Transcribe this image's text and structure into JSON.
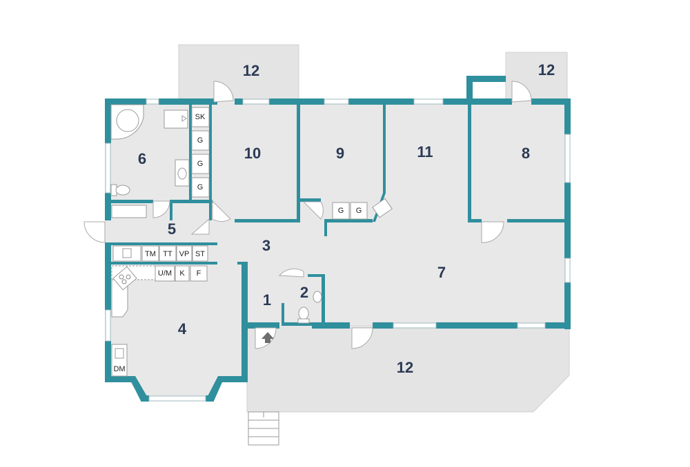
{
  "colors": {
    "wall": "#2f8f9d",
    "floor": "#e8e8e8",
    "room_label": "#2b3a55"
  },
  "rooms": {
    "r1": "1",
    "r2": "2",
    "r3": "3",
    "r4": "4",
    "r5": "5",
    "r6": "6",
    "r7": "7",
    "r8": "8",
    "r9": "9",
    "r10": "10",
    "r11": "11",
    "r12_top": "12",
    "r12_top_right": "12",
    "r12_bottom": "12"
  },
  "fixtures": {
    "sk": "SK",
    "g1": "G",
    "g2": "G",
    "g3": "G",
    "g9a": "G",
    "g9b": "G",
    "tm": "TM",
    "tt": "TT",
    "vp": "VP",
    "st": "ST",
    "um": "U/M",
    "k": "K",
    "f": "F",
    "dm": "DM"
  },
  "icons": [
    "entrance-arrow-icon",
    "bathtub-icon",
    "toilet-icon",
    "sink-icon",
    "stove-icon",
    "stairs-icon"
  ]
}
